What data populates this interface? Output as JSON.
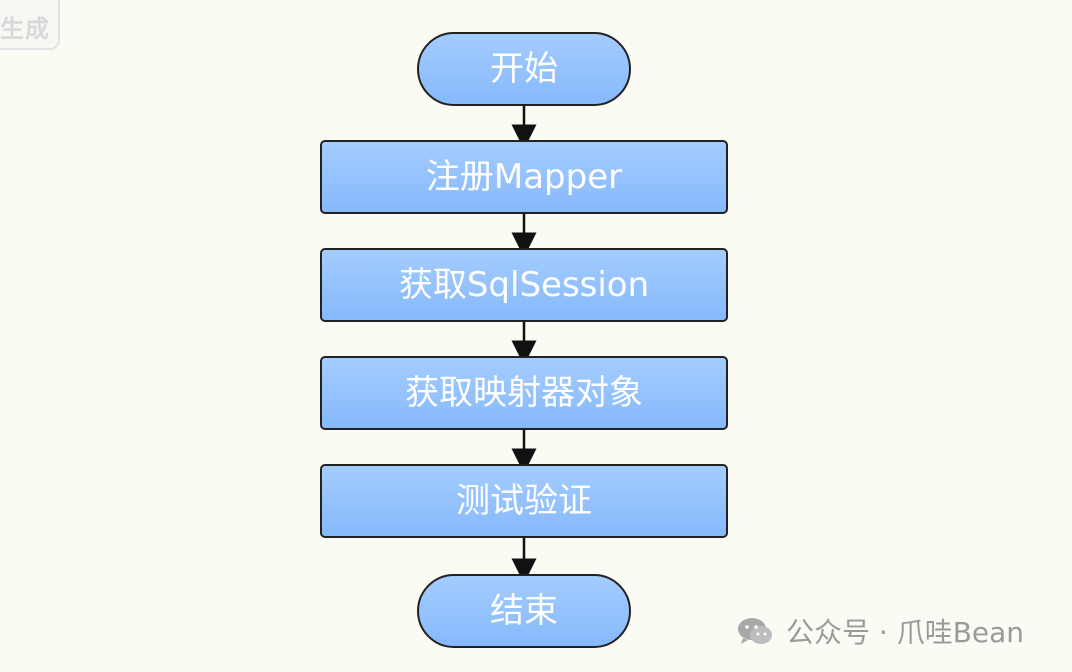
{
  "corner_badge": "生成",
  "flowchart": {
    "nodes": [
      {
        "label": "开始",
        "shape": "terminal"
      },
      {
        "label": "注册Mapper",
        "shape": "process"
      },
      {
        "label": "获取SqlSession",
        "shape": "process"
      },
      {
        "label": "获取映射器对象",
        "shape": "process"
      },
      {
        "label": "测试验证",
        "shape": "process"
      },
      {
        "label": "结束",
        "shape": "terminal"
      }
    ],
    "edges": [
      {
        "from": "开始",
        "to": "注册Mapper"
      },
      {
        "from": "注册Mapper",
        "to": "获取SqlSession"
      },
      {
        "from": "获取SqlSession",
        "to": "获取映射器对象"
      },
      {
        "from": "获取映射器对象",
        "to": "测试验证"
      },
      {
        "from": "测试验证",
        "to": "结束"
      }
    ]
  },
  "watermark": {
    "icon": "wechat-icon",
    "text": "公众号 · 爪哇Bean"
  },
  "colors": {
    "node_fill": "#8dbdfc",
    "node_border": "#222222",
    "node_text": "#ffffff",
    "background": "#fbfaf3",
    "watermark_text": "#9a9a9a"
  }
}
